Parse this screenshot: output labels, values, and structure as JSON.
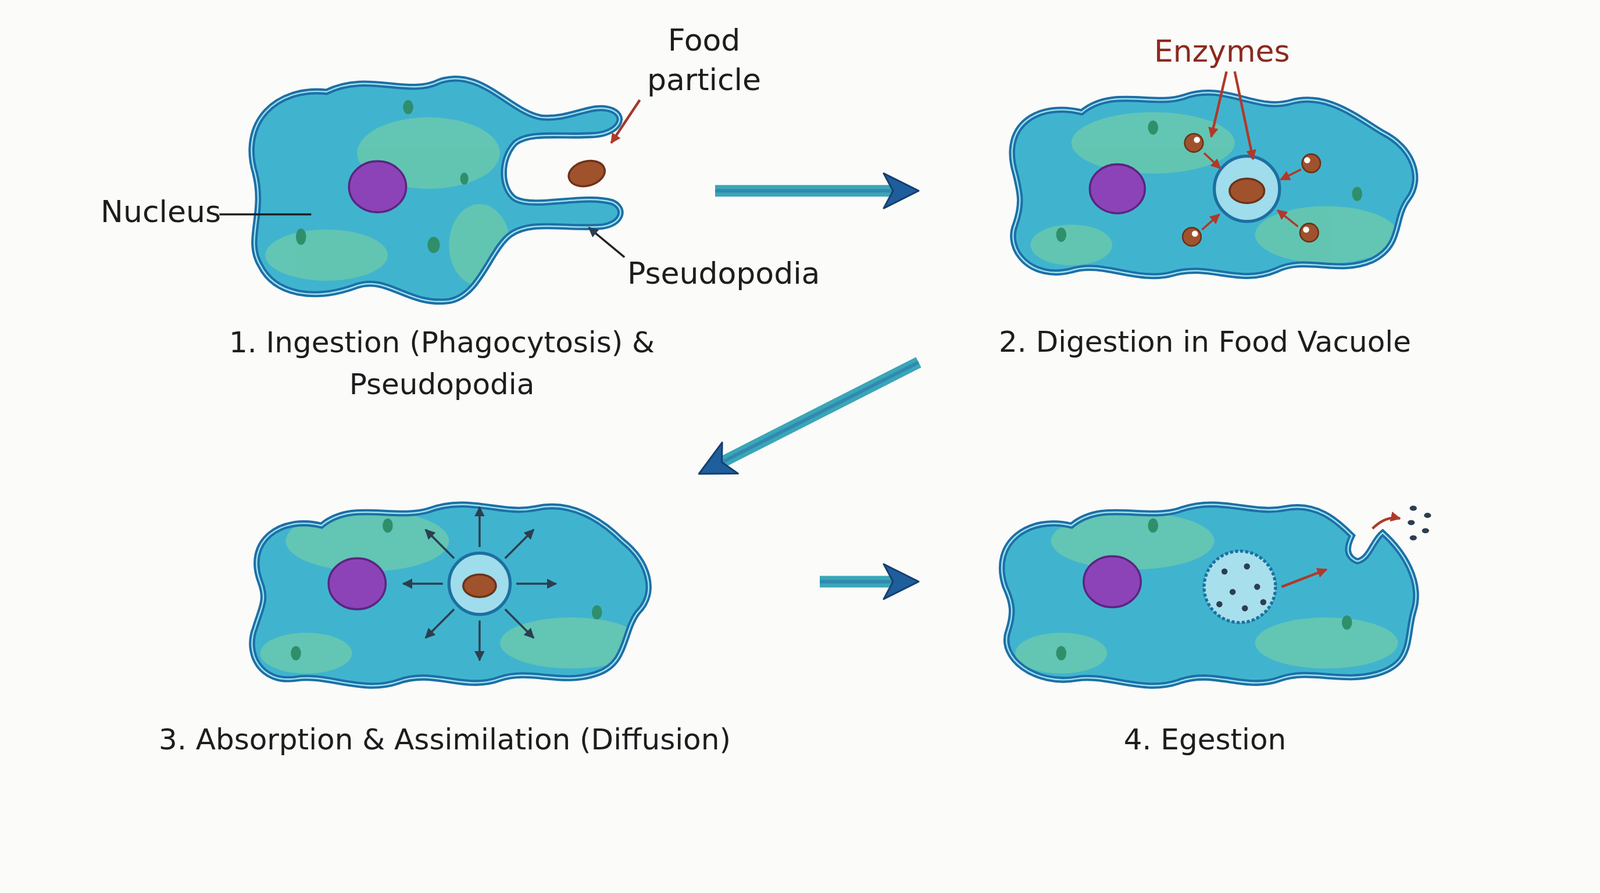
{
  "diagram": {
    "nodes": [
      {
        "text": [
          "1. Ingestion (Phagocytosis) & Pseudopodia"
        ]
      },
      {
        "text": [
          "2. Digestion in Food Vacuole"
        ]
      },
      {
        "text": [
          "3. Absorption & Assimilation (Diffusion)"
        ]
      },
      {
        "text": [
          "4. Egestion"
        ]
      }
    ],
    "edges": [
      {
        "from": 0,
        "to": 1,
        "arrow": "to"
      },
      {
        "from": 1,
        "to": 2,
        "arrow": "to"
      },
      {
        "from": 2,
        "to": 3,
        "arrow": "to"
      }
    ],
    "labels": [
      "Food particle",
      "Nucleus",
      "Pseudopodia",
      "Enzymes"
    ]
  }
}
